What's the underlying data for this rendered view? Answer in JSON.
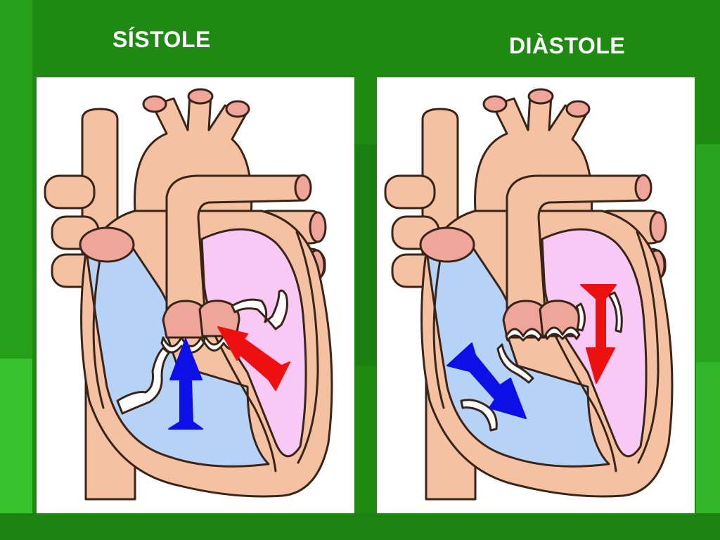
{
  "slide": {
    "colors": {
      "background": "#1e8a12",
      "background_light": "#33b52a",
      "panel": "#ffffff",
      "heart_tissue": "#f4c2a2",
      "vessel_opening": "#f0a59b",
      "right_side_blood": "#b7d2f7",
      "left_side_blood": "#f7c9f4",
      "valve": "#ffffff",
      "outline": "#3a2418",
      "deoxygenated_arrow": "#0a10e6",
      "oxygenated_arrow": "#ee1010",
      "title_text": "#ffffff"
    }
  },
  "diagrams": [
    {
      "id": "systole",
      "title": "SÍSTOLE"
    },
    {
      "id": "diastole",
      "title": "DIÀSTOLE"
    }
  ]
}
